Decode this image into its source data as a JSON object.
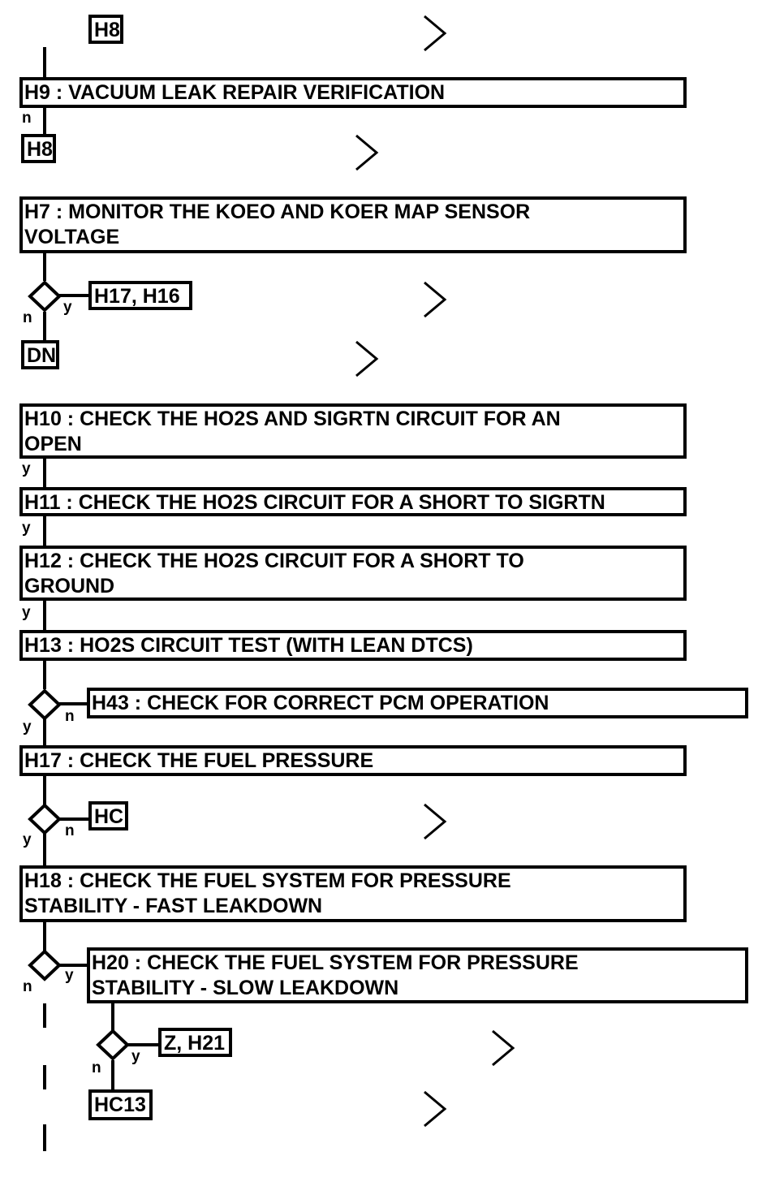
{
  "steps": {
    "h9": "H9 : VACUUM LEAK REPAIR VERIFICATION",
    "h7": "H7 : MONITOR THE KOEO AND KOER MAP SENSOR\nVOLTAGE",
    "h10": "H10 : CHECK THE HO2S AND SIGRTN CIRCUIT FOR AN\nOPEN",
    "h11": "H11 : CHECK THE HO2S CIRCUIT FOR A SHORT TO SIGRTN",
    "h12": "H12 : CHECK THE HO2S CIRCUIT FOR A SHORT TO\nGROUND",
    "h13": "H13 : HO2S CIRCUIT TEST (WITH LEAN DTCS)",
    "h43": "H43 : CHECK FOR CORRECT PCM OPERATION",
    "h17": "H17 : CHECK THE FUEL PRESSURE",
    "h18": "H18 : CHECK THE FUEL SYSTEM FOR PRESSURE\nSTABILITY - FAST LEAKDOWN",
    "h20": "H20 : CHECK THE FUEL SYSTEM FOR PRESSURE\nSTABILITY - SLOW LEAKDOWN"
  },
  "refs": {
    "h8_top": "H8",
    "h8_mid": "H8",
    "h17_h16": "H17, H16",
    "dn": "DN",
    "hc": "HC",
    "z_h21": "Z, H21",
    "hc13": "HC13"
  },
  "labels": {
    "yes": "y",
    "no": "n"
  }
}
